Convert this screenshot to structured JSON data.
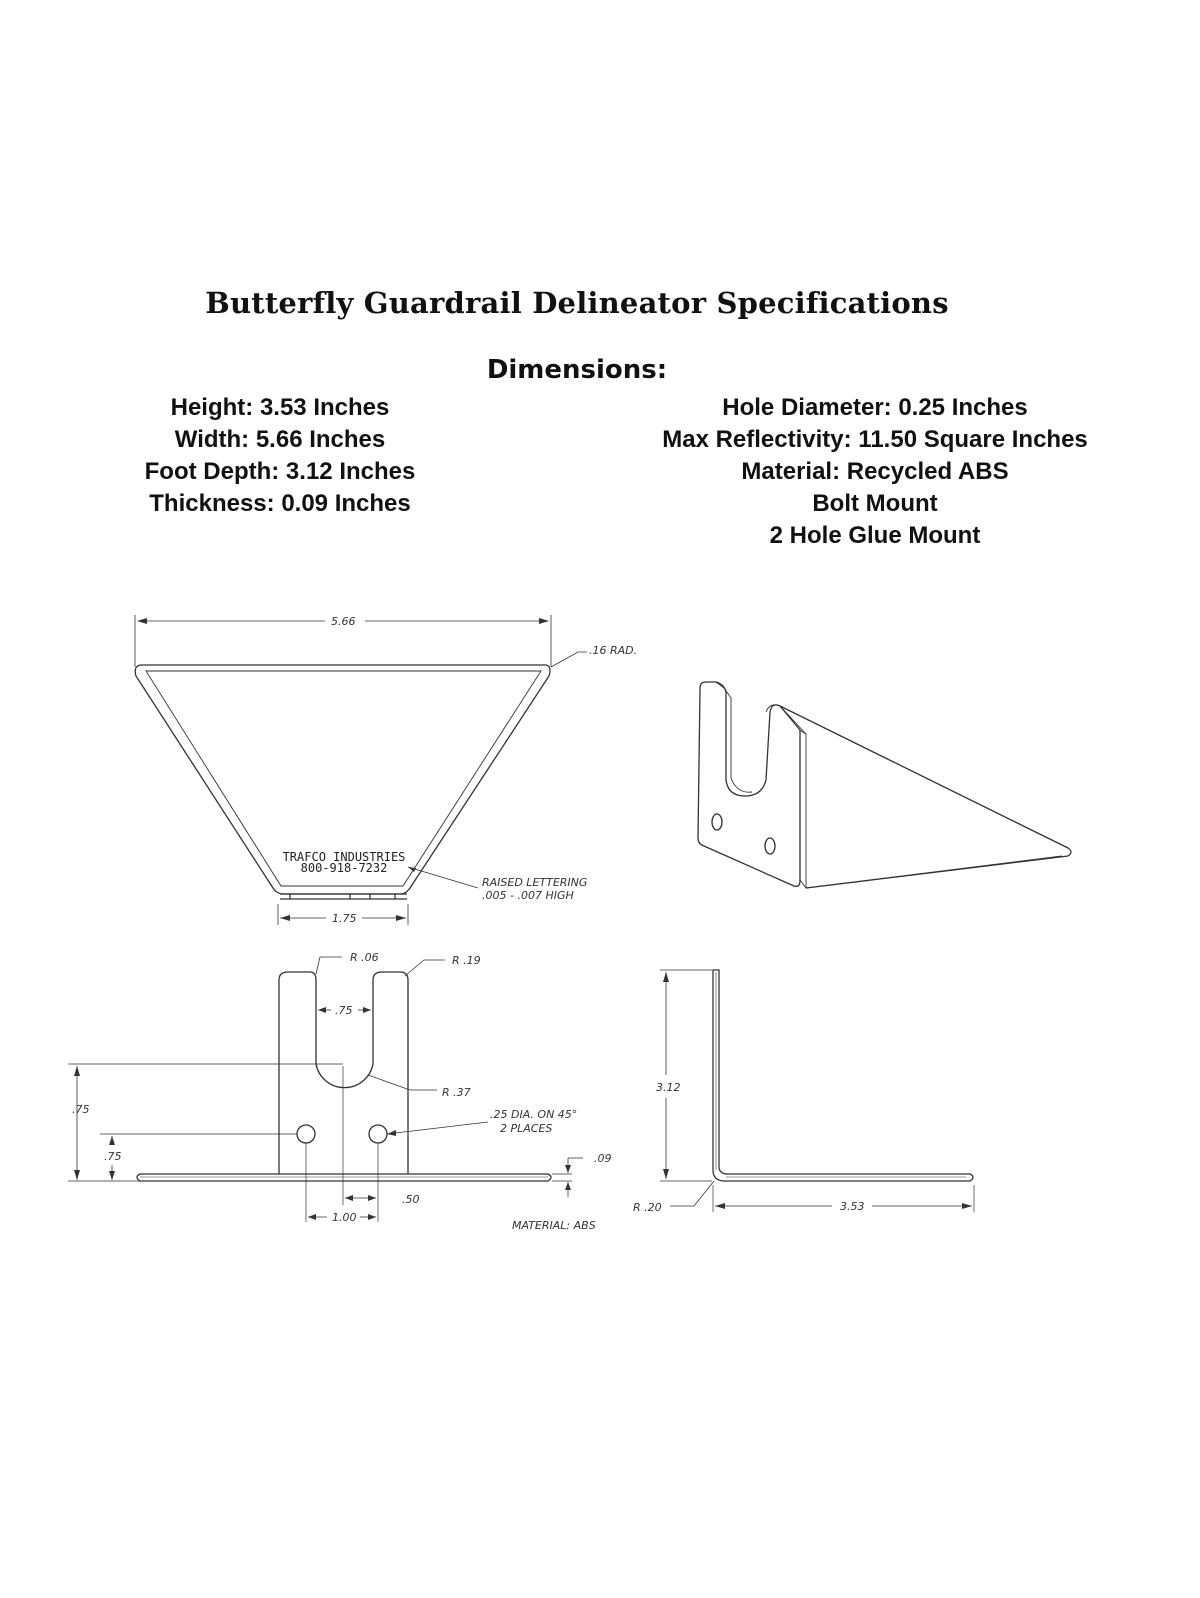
{
  "title": "Butterfly Guardrail Delineator Specifications",
  "subtitle": "Dimensions:",
  "specs_left": [
    "Height: 3.53 Inches",
    "Width: 5.66 Inches",
    "Foot Depth: 3.12 Inches",
    "Thickness: 0.09 Inches"
  ],
  "specs_right": [
    "Hole Diameter: 0.25 Inches",
    "Max Reflectivity: 11.50 Square Inches",
    "Material: Recycled ABS",
    "Bolt Mount",
    "2 Hole Glue Mount"
  ],
  "drawing": {
    "front": {
      "width_dim": "5.66",
      "radius_note": ".16 RAD.",
      "maker_line1": "TRAFCO INDUSTRIES",
      "maker_line2": "800-918-7232",
      "lettering_line1": "RAISED LETTERING",
      "lettering_line2": ".005 - .007 HIGH",
      "bottom_dim": "1.75"
    },
    "bottom": {
      "r_small": "R .06",
      "r_corner": "R .19",
      "slot_width": ".75",
      "r_slot": "R .37",
      "hole_note_line1": ".25 DIA. ON 45°",
      "hole_note_line2": "2 PLACES",
      "left_dim_outer": ".75",
      "left_dim_inner": ".75",
      "thickness": ".09",
      "offset": ".50",
      "hole_spacing": "1.00",
      "material": "MATERIAL: ABS"
    },
    "side": {
      "height_dim": "3.12",
      "radius": "R .20",
      "length_dim": "3.53"
    }
  }
}
